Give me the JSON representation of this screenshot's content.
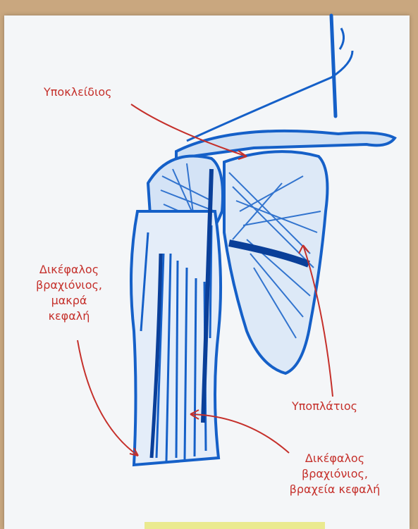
{
  "labels": {
    "subclavius": "Υποκλείδιος",
    "subscapularis": "Υποπλάτιος",
    "biceps_long_head": [
      "Δικέφαλος",
      "βραχιόνιος,",
      "μακρά",
      "κεφαλή"
    ],
    "biceps_short_head": [
      "Δικέφαλος",
      "βραχιόνιος,",
      "βραχεία κεφαλή"
    ]
  },
  "colors": {
    "label_red": "#c5302b",
    "ink_blue": "#1560c8",
    "ink_dark": "#0a3f99",
    "paper": "#f4f6f8",
    "background": "#c9a77f"
  }
}
